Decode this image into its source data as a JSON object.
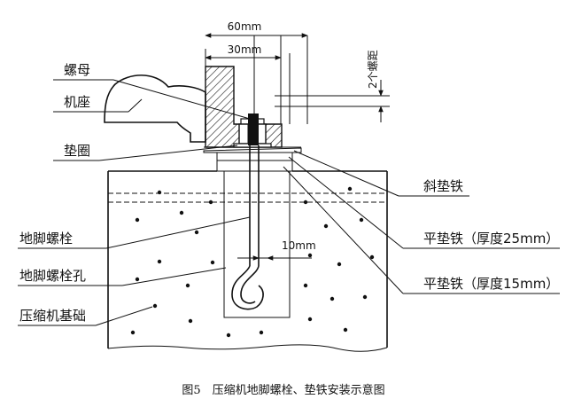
{
  "labels": {
    "nut": "螺母",
    "base": "机座",
    "washer": "垫圈",
    "anchor_bolt": "地脚螺栓",
    "anchor_bolt_hole": "地脚螺栓孔",
    "foundation": "压缩机基础",
    "taper_shim": "斜垫铁",
    "flat_shim_25": "平垫铁（厚度25mm）",
    "flat_shim_15": "平垫铁（厚度15mm）"
  },
  "dimensions": {
    "d60": "60mm",
    "d30": "30mm",
    "d10": "10mm",
    "thread_pitch": "2个螺距"
  },
  "caption": "图5　压缩机地脚螺栓、垫铁安装示意图"
}
